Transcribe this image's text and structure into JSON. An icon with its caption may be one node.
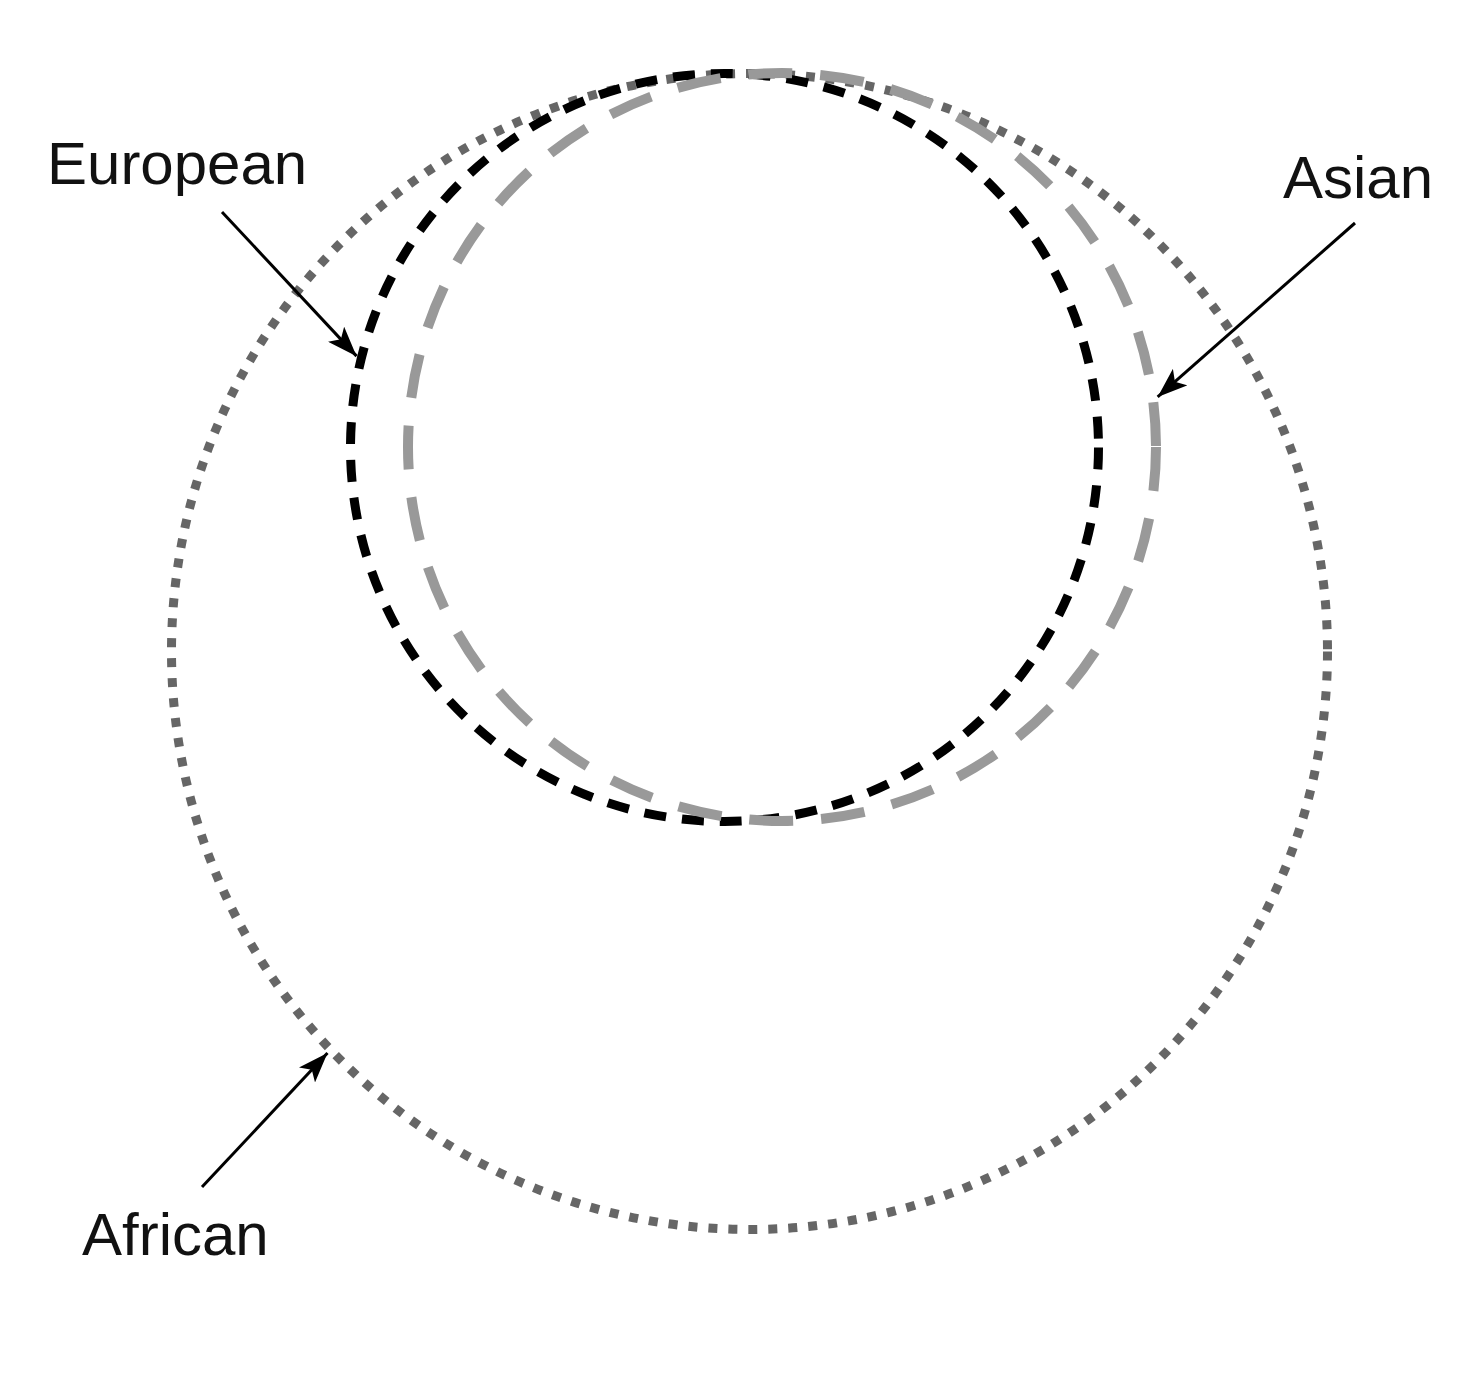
{
  "diagram": {
    "nodes": [
      {
        "text": [
          "European"
        ]
      },
      {
        "text": [
          "Asian"
        ]
      },
      {
        "text": [
          "African"
        ]
      },
      {
        "text": [],
        "shape": "circle",
        "in": 5
      },
      {
        "text": [],
        "shape": "circle",
        "in": 5
      },
      {
        "text": [],
        "shape": "circle"
      }
    ],
    "edges": [
      {
        "from": 0,
        "to": 3,
        "arrow": "to"
      },
      {
        "from": 1,
        "to": 4,
        "arrow": "to"
      },
      {
        "from": 2,
        "to": 5,
        "arrow": "to"
      }
    ]
  }
}
